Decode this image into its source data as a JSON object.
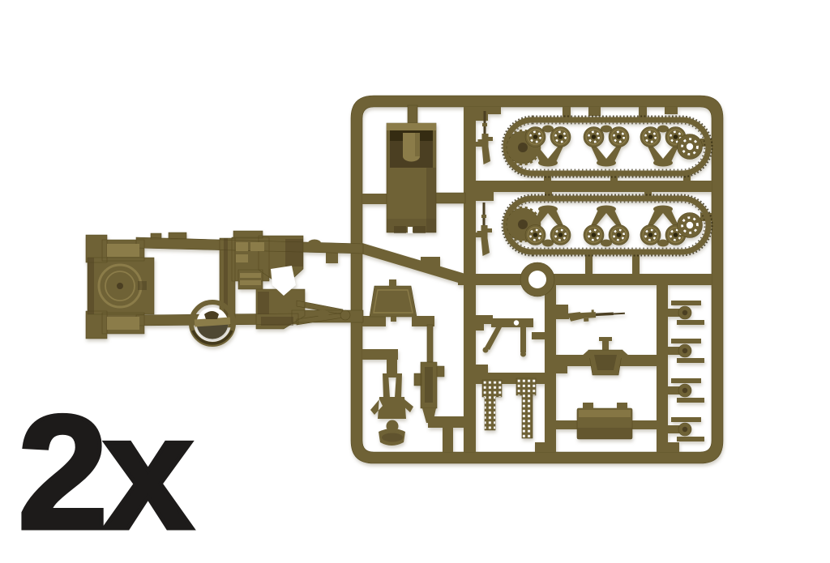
{
  "image": {
    "kind": "product-photo",
    "subject": "Injection-molded plastic model kit sprue, olive drab colored, containing small-scale military vehicle parts, photographed on a white background",
    "plastic_color_name": "olive drab"
  },
  "quantity_label": {
    "text": "2x"
  },
  "palette": {
    "plastic_base": "#6f6236",
    "plastic_light": "#8b7c49",
    "plastic_lighter": "#a3945c",
    "plastic_dark": "#4b3f22",
    "plastic_darker": "#30280f",
    "plastic_edge": "#564a20",
    "label_color": "#1d1b1a",
    "background": "#ffffff"
  },
  "sprue": {
    "parts": [
      {
        "name": "chassis-frame-part",
        "description": "vehicle chassis frame with rear plate, machine-gun ring mount and tow hitch",
        "quantity": 1
      },
      {
        "name": "hull-tub-part",
        "description": "hull body tub with transmission housing",
        "quantity": 1
      },
      {
        "name": "track-assembly",
        "description": "tank track run with drive sprocket, three road-wheel bogies and idler wheel",
        "quantity": 2
      },
      {
        "name": "rifle-part",
        "description": "small arms (rifles / machine guns)",
        "quantity": 3
      },
      {
        "name": "crew-figure-part",
        "description": "standing crew figure",
        "quantity": 1
      },
      {
        "name": "m2-machine-gun-part",
        "description": "heavy machine gun",
        "quantity": 1
      },
      {
        "name": "tread-plate-part",
        "description": "perforated running-board plates",
        "quantity": 2
      },
      {
        "name": "windshield-part",
        "description": "trapezoid windshield / shield plate",
        "quantity": 1
      },
      {
        "name": "support-bracket-part",
        "description": "A-frame support bracket with eyelet",
        "quantity": 1
      },
      {
        "name": "seat-part",
        "description": "crew seat",
        "quantity": 1
      },
      {
        "name": "stowage-box-part",
        "description": "rectangular stowage box",
        "quantity": 1
      },
      {
        "name": "suspension-bogie-part",
        "description": "leaf-spring suspension/axle units",
        "quantity": 4
      },
      {
        "name": "ring-eyelet",
        "description": "molded circular eyelet on sprue runner",
        "quantity": 1
      }
    ]
  }
}
